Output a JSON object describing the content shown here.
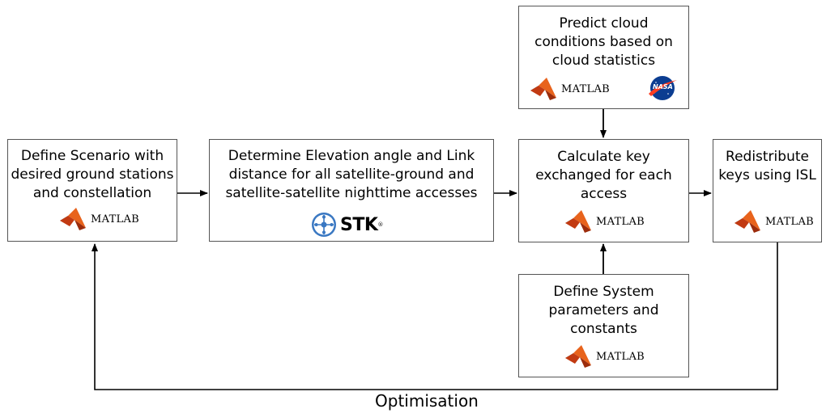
{
  "boxes": {
    "define_scenario": {
      "lines": [
        "Define Scenario with",
        "desired ground stations",
        "and constellation"
      ],
      "tool": "MATLAB"
    },
    "determine_elevation": {
      "lines": [
        "Determine Elevation angle and Link",
        "distance for all satellite-ground and",
        "satellite-satellite nighttime accesses"
      ],
      "tool": "STK",
      "tool_mark": "®"
    },
    "predict_cloud": {
      "lines": [
        "Predict cloud",
        "conditions based on",
        "cloud statistics"
      ],
      "tool": "MATLAB",
      "extra_logo": "NASA"
    },
    "calculate_key": {
      "lines": [
        "Calculate key",
        "exchanged for each",
        "access"
      ],
      "tool": "MATLAB"
    },
    "redistribute": {
      "lines": [
        "Redistribute",
        "keys using ISL"
      ],
      "tool": "MATLAB"
    },
    "define_system": {
      "lines": [
        "Define System",
        "parameters and",
        "constants"
      ],
      "tool": "MATLAB"
    }
  },
  "feedback_label": "Optimisation",
  "icons": {
    "matlab": "matlab-membrane-logo",
    "stk": "stk-network-logo",
    "nasa": "nasa-meatball-logo"
  },
  "colors": {
    "matlab_orange": "#e8631c",
    "matlab_red": "#c23a12",
    "matlab_teal": "#1f8fa0",
    "stk_blue": "#3a78c2",
    "nasa_blue": "#0b3d91",
    "nasa_red": "#fc3d21"
  }
}
